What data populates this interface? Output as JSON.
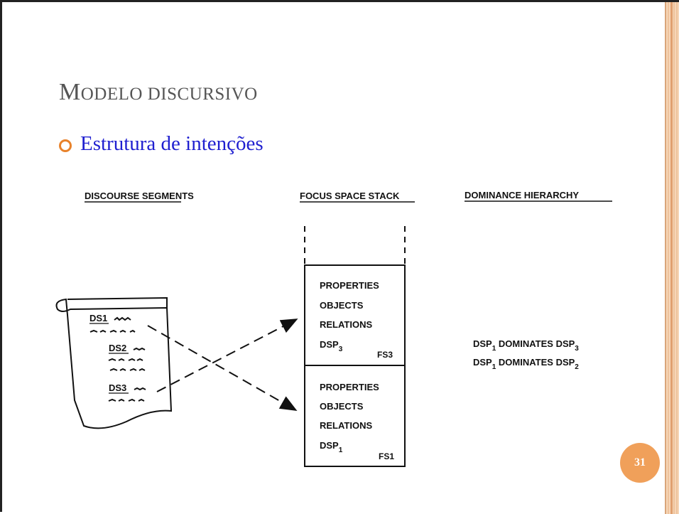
{
  "slide": {
    "title_first": "M",
    "title_rest": "ODELO DISCURSIVO",
    "bullet": "Estrutura de intenções",
    "page_number": "31",
    "accent_color": "#e8822b",
    "link_color": "#1f1fd0"
  },
  "diagram": {
    "headers": {
      "segments": "DISCOURSE SEGMENTS",
      "stack": "FOCUS SPACE STACK",
      "hierarchy": "DOMINANCE HIERARCHY"
    },
    "document": {
      "ds1": "DS1",
      "ds2": "DS2",
      "ds3": "DS3"
    },
    "fs3": {
      "properties": "PROPERTIES",
      "objects": "OBJECTS",
      "relations": "RELATIONS",
      "dsp": "DSP",
      "dsp_sub": "3",
      "label": "FS3"
    },
    "fs1": {
      "properties": "PROPERTIES",
      "objects": "OBJECTS",
      "relations": "RELATIONS",
      "dsp": "DSP",
      "dsp_sub": "1",
      "label": "FS1"
    },
    "dominance": [
      {
        "a": "DSP",
        "a_sub": "1",
        "verb": " DOMINATES ",
        "b": "DSP",
        "b_sub": "3"
      },
      {
        "a": "DSP",
        "a_sub": "1",
        "verb": " DOMINATES ",
        "b": "DSP",
        "b_sub": "2"
      }
    ]
  }
}
